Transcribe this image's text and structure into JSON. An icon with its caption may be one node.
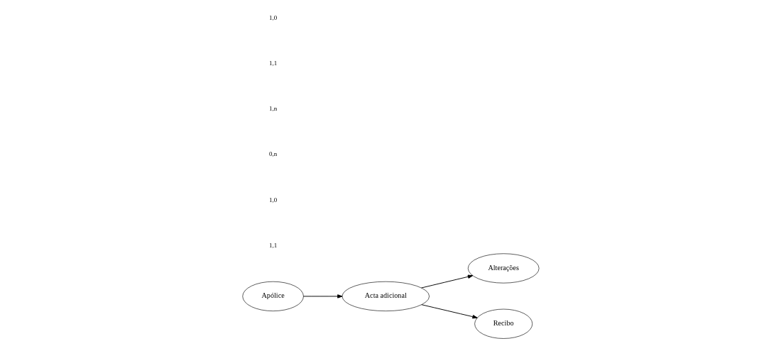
{
  "diagram": {
    "nodes": [
      {
        "text": [
          "Apólice"
        ]
      },
      {
        "text": [
          "Acta adicional"
        ]
      },
      {
        "text": [
          "Alterações"
        ]
      },
      {
        "text": [
          "Recibo"
        ]
      }
    ],
    "edges": [
      {
        "from": 0,
        "to": 1,
        "arrow": "to"
      },
      {
        "from": 1,
        "to": 2,
        "arrow": "to"
      },
      {
        "from": 1,
        "to": 3,
        "arrow": "to"
      }
    ],
    "labels": [
      "1,1",
      "1,0",
      "0,n",
      "1,n",
      "1,1",
      "1,0"
    ]
  }
}
